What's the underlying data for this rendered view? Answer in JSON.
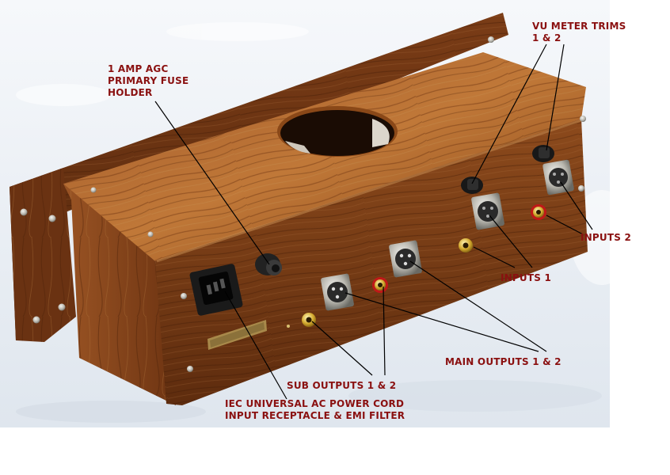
{
  "labels": {
    "fuse": "1 AMP AGC\nPRIMARY FUSE\nHOLDER",
    "vu": "VU METER TRIMS\n1 & 2",
    "inputs2": "INPUTS 2",
    "inputs1": "INPUTS 1",
    "main_out": "MAIN OUTPUTS 1 & 2",
    "sub_out": "SUB OUTPUTS 1 & 2",
    "iec": "IEC UNIVERSAL AC POWER CORD\nINPUT RECEPTACLE & EMI FILTER"
  },
  "colors": {
    "label": "#8a1010",
    "wood_dark": "#5a2a0e",
    "wood_mid": "#8a4a1c",
    "wood_light": "#b06a30",
    "snow": "#e8eef4"
  }
}
